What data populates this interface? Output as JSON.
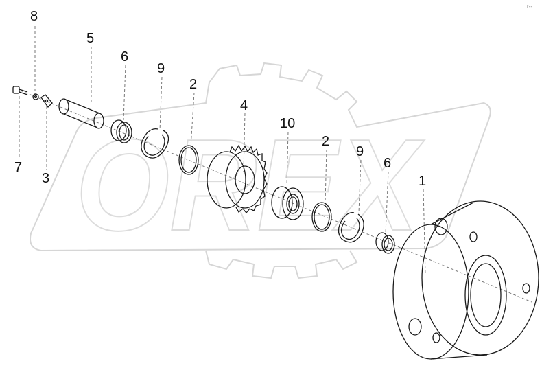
{
  "diagram": {
    "watermark_text": "OREX",
    "corner_mark": "r--",
    "callouts": [
      "8",
      "5",
      "6",
      "9",
      "2",
      "4",
      "10",
      "2",
      "9",
      "6",
      "1",
      "7",
      "3"
    ]
  },
  "colors": {
    "line": "#1a1a1a",
    "watermark": "#d6d6d6",
    "background": "#ffffff"
  }
}
